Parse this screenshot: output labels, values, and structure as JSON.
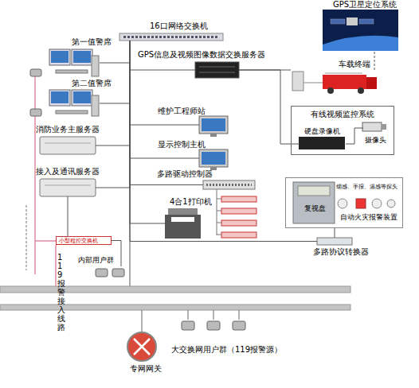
{
  "diagram": {
    "nodes": [
      {
        "text": [
          "GPS卫星定位系统"
        ]
      },
      {
        "text": [
          "16口网络交换机"
        ]
      },
      {
        "text": [
          "第一值警席"
        ]
      },
      {
        "text": [
          "第二值警席"
        ]
      },
      {
        "text": [
          "GPS信息及视频图像数据交换服务器"
        ]
      },
      {
        "text": [
          "车载终端"
        ]
      },
      {
        "text": [
          "消防业务主服务器"
        ]
      },
      {
        "text": [
          "维护工程师站"
        ]
      },
      {
        "text": [
          "显示控制主机"
        ]
      },
      {
        "text": [
          "接入及通讯服务器"
        ]
      },
      {
        "text": [
          "多路驱动控制器"
        ]
      },
      {
        "text": [
          "4合1打印机"
        ]
      },
      {
        "text": [
          "有线视频监控系统"
        ]
      },
      {
        "text": [
          "硬盘录像机"
        ],
        "in": 12
      },
      {
        "text": [
          "摄像头"
        ],
        "in": 12
      },
      {
        "text": [
          "烟感、手报、温感等探头",
          "自动火灾报警装置"
        ]
      },
      {
        "text": [
          "复视盘"
        ],
        "in": 15
      },
      {
        "text": [
          "多路协议转换器"
        ]
      },
      {
        "text": [
          "小型程控交换机"
        ]
      },
      {
        "text": [
          "内部用户群"
        ]
      },
      {
        "text": [
          "专网网关"
        ]
      },
      {
        "text": [
          "大交换网用户群（119报警源）"
        ]
      }
    ],
    "edges": [
      {
        "from": 2,
        "to": 1,
        "arrow": "none"
      },
      {
        "from": 3,
        "to": 1,
        "arrow": "none"
      },
      {
        "from": 4,
        "to": 1,
        "arrow": "none"
      },
      {
        "from": 6,
        "to": 1,
        "arrow": "none"
      },
      {
        "from": 7,
        "to": 1,
        "arrow": "none"
      },
      {
        "from": 8,
        "to": 1,
        "arrow": "none"
      },
      {
        "from": 9,
        "to": 1,
        "arrow": "none"
      },
      {
        "from": 10,
        "to": 1,
        "arrow": "none"
      },
      {
        "from": 11,
        "to": 1,
        "arrow": "none"
      },
      {
        "from": 17,
        "to": 1,
        "arrow": "none"
      },
      {
        "from": 4,
        "to": 5,
        "arrow": "none"
      },
      {
        "from": 5,
        "to": 0,
        "arrow": "none"
      },
      {
        "from": 4,
        "to": 13,
        "arrow": "none"
      },
      {
        "from": 13,
        "to": 14,
        "arrow": "none"
      },
      {
        "from": 17,
        "to": 15,
        "arrow": "none"
      },
      {
        "from": 9,
        "to": 18,
        "arrow": "none"
      },
      {
        "from": 18,
        "to": 19,
        "arrow": "none"
      }
    ],
    "labels": [
      "119报警接入线路"
    ]
  }
}
